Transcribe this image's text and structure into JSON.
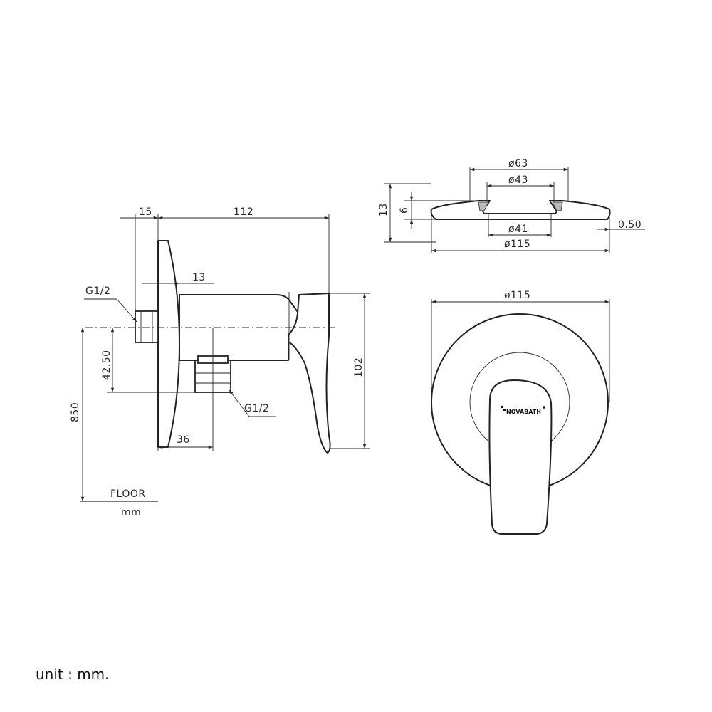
{
  "units": {
    "floor_label": "FLOOR",
    "unit_small": "mm",
    "unit_note": "unit : mm."
  },
  "side_view": {
    "dim_top_left": "15",
    "dim_top_right": "112",
    "dim_spout_gap": "13",
    "dim_height": "102",
    "dim_offset": "42.50",
    "dim_floor": "850",
    "dim_bottom": "36",
    "thread_top": "G1/2",
    "thread_bottom": "G1/2"
  },
  "plate_section": {
    "dim_outer_top": "ø63",
    "dim_inner_top": "ø43",
    "dim_inner_bottom": "ø41",
    "dim_overall": "ø115",
    "dim_height_total": "13",
    "dim_height_inner": "6",
    "dim_edge": "0.50"
  },
  "front_view": {
    "dim_diameter": "ø115",
    "brand": "NOVABATH"
  }
}
